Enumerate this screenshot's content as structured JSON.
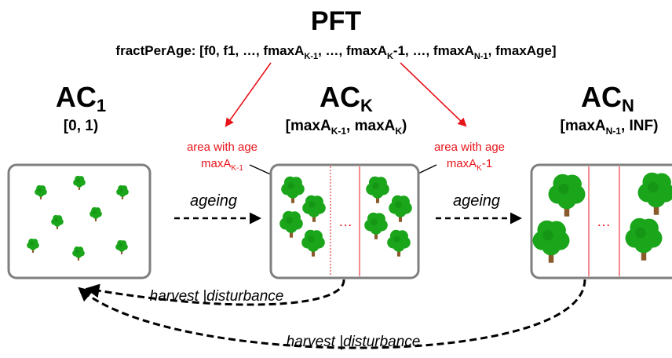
{
  "title": "PFT",
  "fract": {
    "lead": "fractPerAge: [f0, f1, …, fmaxA",
    "sub1": "K-1",
    "mid1": ", …, fmaxA",
    "sub2": "K",
    "mid2": "-1, …, fmaxA",
    "sub3": "N-1",
    "tail": ", fmaxAge]"
  },
  "classes": [
    {
      "name": "AC",
      "sub": "1",
      "range": "[0, 1)"
    },
    {
      "name": "AC",
      "sub": "K",
      "range_a": "[maxA",
      "range_sub_a": "K-1",
      "range_b": ", maxA",
      "range_sub_b": "K",
      "range_c": ")"
    },
    {
      "name": "AC",
      "sub": "N",
      "range_a": "[maxA",
      "range_sub_a": "N-1",
      "range_b": ", INF)"
    }
  ],
  "annotations": {
    "left_line1": "area with age",
    "left_line2": "maxA",
    "left_sub": "K-1",
    "right_line1": "area with age",
    "right_line2": "maxA",
    "right_sub": "K",
    "right_suffix": "-1"
  },
  "ageing_label": "ageing",
  "ellipsis": "…",
  "harvest_label": "harvest |disturbance",
  "colors": {
    "annotation_red": "#e8141b",
    "box_border": "#7f7f7f",
    "tree_green": "#1aa51a",
    "tree_dark_green": "#0d7a0d",
    "trunk_brown": "#8a5a2b"
  }
}
